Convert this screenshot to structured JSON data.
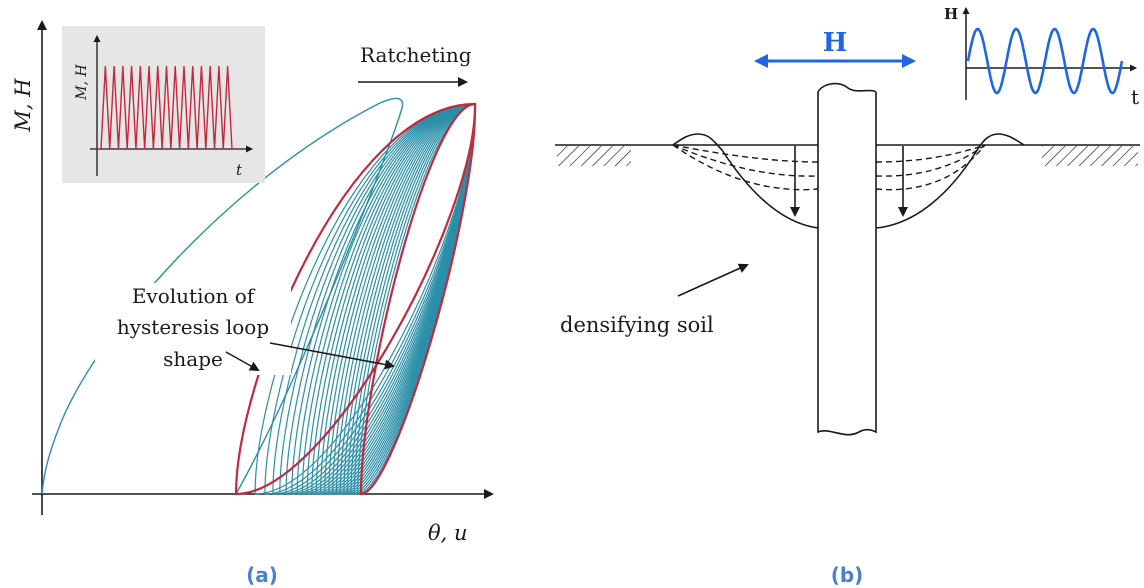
{
  "panel_a": {
    "caption": "(a)",
    "y_axis_label": "M, H",
    "x_axis_label": "θ, u",
    "inset": {
      "y_label": "M, H",
      "x_label": "t"
    },
    "ratcheting_label": "Ratcheting",
    "annotation_lines": [
      "Evolution of",
      "hysteresis loop",
      "shape"
    ]
  },
  "panel_b": {
    "caption": "(b)",
    "load_label": "H",
    "inset": {
      "y_label": "H",
      "x_label": "t"
    },
    "soil_label": "densifying soil"
  },
  "colors": {
    "loop_teal": "#2a8fa8",
    "loop_red": "#c4283c",
    "inset_bg": "#e6e6e6",
    "load_blue": "#1f66e5",
    "caption_blue": "#4a7fd4",
    "ink": "#1a1a1a"
  }
}
